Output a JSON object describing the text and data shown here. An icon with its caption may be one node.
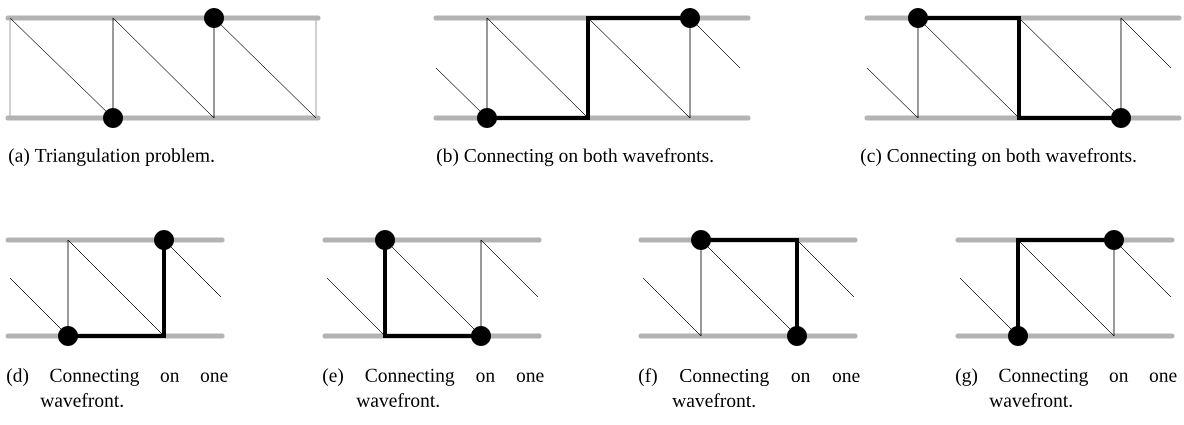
{
  "diagram": {
    "labels": [
      "(a) Triangulation problem.",
      "(b) Connecting on both wavefronts.",
      "(c) Connecting on both wavefronts.",
      "(d) Connecting on one wavefront.",
      "(e) Connecting on one wavefront.",
      "(f) Connecting on one wavefront.",
      "(g) Connecting on one wavefront."
    ]
  }
}
